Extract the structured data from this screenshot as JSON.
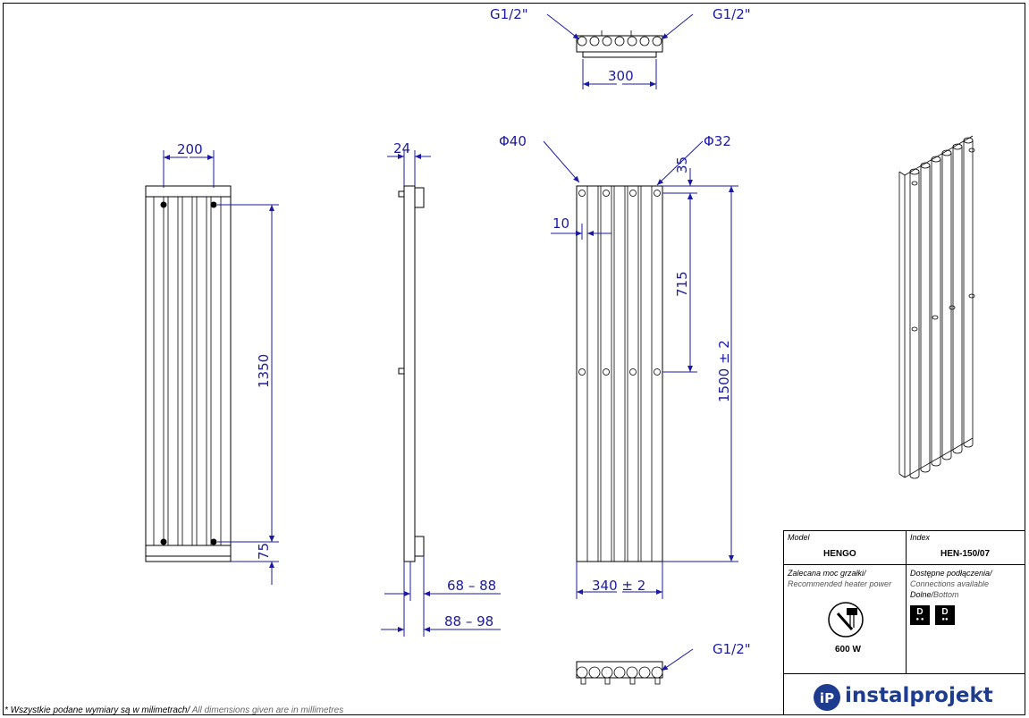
{
  "dimensions": {
    "top_view_g1": "G1/2\"",
    "top_view_g2": "G1/2\"",
    "top_view_width": "300",
    "front_width": "200",
    "front_height": "1350",
    "front_bottom": "75",
    "side_depth": "24",
    "side_wall_1": "68 – 88",
    "side_wall_2": "88 – 98",
    "back_phi40": "Φ40",
    "back_phi32": "Φ32",
    "back_35": "35",
    "back_10": "10",
    "back_715": "715",
    "back_height": "1500 ± 2",
    "back_width": "340 ± 2",
    "bottom_view_g": "G1/2\""
  },
  "title_block": {
    "model_label": "Model",
    "model_value": "HENGO",
    "index_label": "Index",
    "index_value": "HEN-150/07",
    "heater_label_pl": "Zalecana moc grzałki/",
    "heater_label_en": "Recommended heater power",
    "heater_value": "600 W",
    "connections_label_pl": "Dostępne podłączenia/",
    "connections_label_en": "Connections available",
    "connections_type_pl": "Dolne/",
    "connections_type_en": "Bottom",
    "connection_badges": [
      "D",
      "D"
    ],
    "brand": "instalprojekt"
  },
  "footnote": {
    "pl": "* Wszystkie podane wymiary są w milimetrach/",
    "en": " All dimensions given are in millimetres"
  },
  "icons": {
    "heater": "heater-icon",
    "logo": "instalprojekt-logo-icon"
  }
}
